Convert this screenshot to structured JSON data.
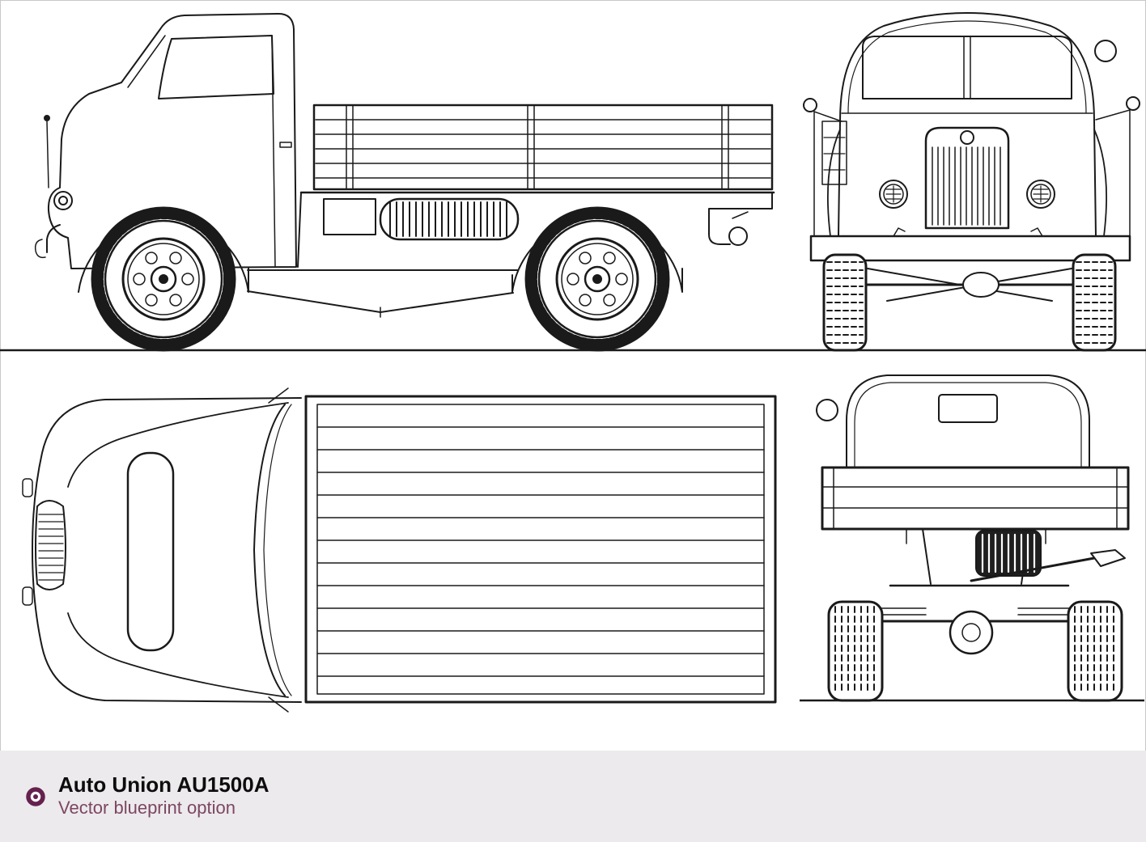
{
  "page": {
    "background": "#ffffff",
    "footer_background": "#eceaec",
    "line_color": "#1a1a1a",
    "border_color": "#c8c8c8"
  },
  "caption": {
    "title": "Auto Union AU1500A",
    "subtitle": "Vector blueprint option",
    "title_color": "#0d0d0d",
    "subtitle_color": "#7d4663",
    "bullet_icon": "ring-bullet-icon",
    "bullet_color": "#65214d"
  },
  "blueprint": {
    "vehicle": "Auto Union AU1500A",
    "drawing_type": "4-view orthographic line drawing",
    "views": [
      "side-view",
      "front-view",
      "top-view",
      "rear-view"
    ]
  }
}
